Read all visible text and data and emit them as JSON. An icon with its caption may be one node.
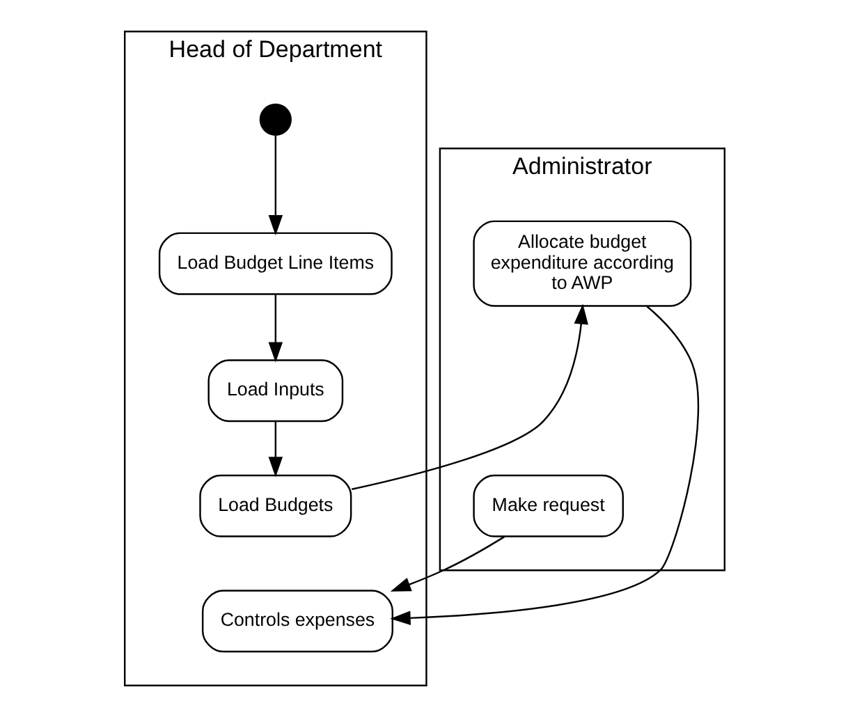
{
  "diagram": {
    "nodes": [
      {
        "text": [
          "Head of Department"
        ]
      },
      {
        "text": [
          "Administrator"
        ]
      },
      {
        "text": [],
        "shape": "circle",
        "in": 0
      },
      {
        "text": [
          "Load Budget Line Items"
        ],
        "in": 0
      },
      {
        "text": [
          "Load Inputs"
        ],
        "in": 0
      },
      {
        "text": [
          "Load Budgets"
        ],
        "in": 0
      },
      {
        "text": [
          "Controls expenses"
        ],
        "in": 0
      },
      {
        "text": [
          "Allocate budget expenditure according to AWP"
        ],
        "in": 1
      },
      {
        "text": [
          "Make request"
        ],
        "in": 1
      }
    ],
    "edges": [
      {
        "from": 2,
        "to": 3,
        "arrow": "to"
      },
      {
        "from": 3,
        "to": 4,
        "arrow": "to"
      },
      {
        "from": 4,
        "to": 5,
        "arrow": "to"
      },
      {
        "from": 5,
        "to": 7,
        "arrow": "to"
      },
      {
        "from": 7,
        "to": 6,
        "arrow": "to"
      },
      {
        "from": 8,
        "to": 6,
        "arrow": "to"
      }
    ]
  }
}
